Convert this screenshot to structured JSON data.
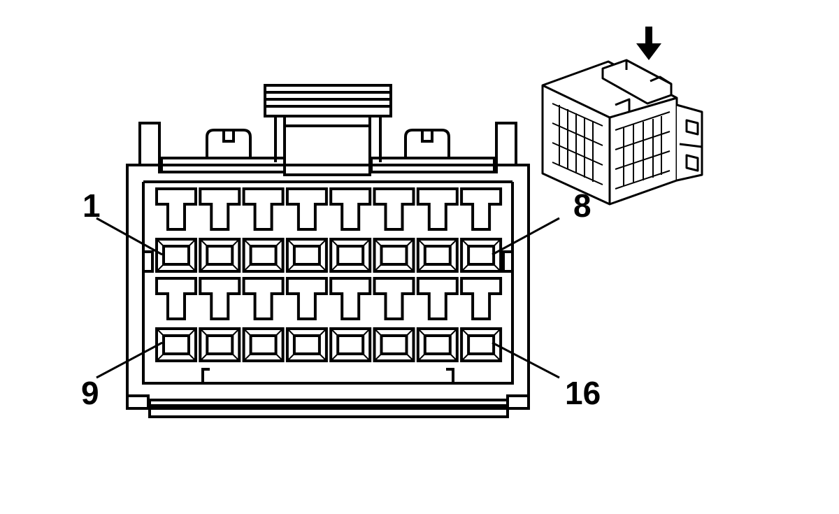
{
  "connector": {
    "pins_per_row": 8,
    "rows": 2,
    "labels": {
      "pin_first_top": "1",
      "pin_last_top": "8",
      "pin_first_bottom": "9",
      "pin_last_bottom": "16"
    }
  },
  "colors": {
    "line": "#000000",
    "background": "#ffffff"
  }
}
